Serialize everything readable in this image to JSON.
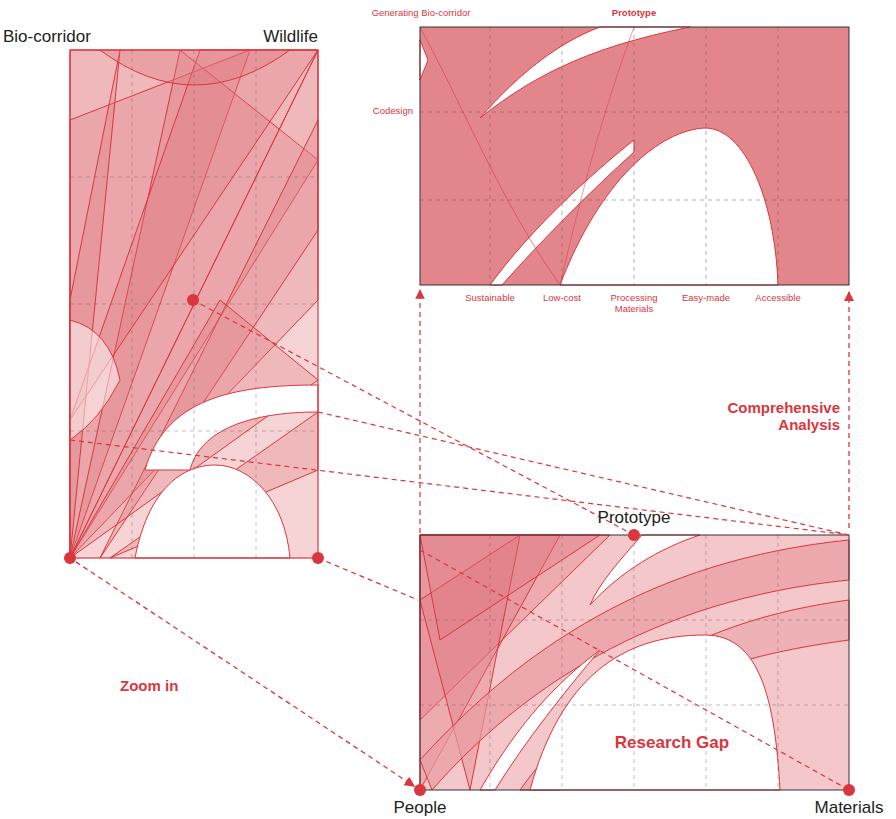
{
  "diagram": {
    "nodes": [
      {
        "text": [
          "Generating Bio-corridor",
          "Prototype",
          "Codesign",
          "Sustainable",
          "Low-cost",
          "Processing Materials",
          "Easy-made",
          "Accessible"
        ]
      },
      {
        "text": [
          "Bio-corridor",
          "Wildlife"
        ]
      },
      {
        "text": [
          "Prototype",
          "Research Gap",
          "People",
          "Materials"
        ]
      }
    ],
    "edges": [
      {
        "from": 1,
        "to": 2,
        "label": "Zoom in",
        "arrow": "to"
      },
      {
        "from": 2,
        "to": 0,
        "label": "Comprehensive Analysis",
        "arrow": "to"
      }
    ]
  }
}
